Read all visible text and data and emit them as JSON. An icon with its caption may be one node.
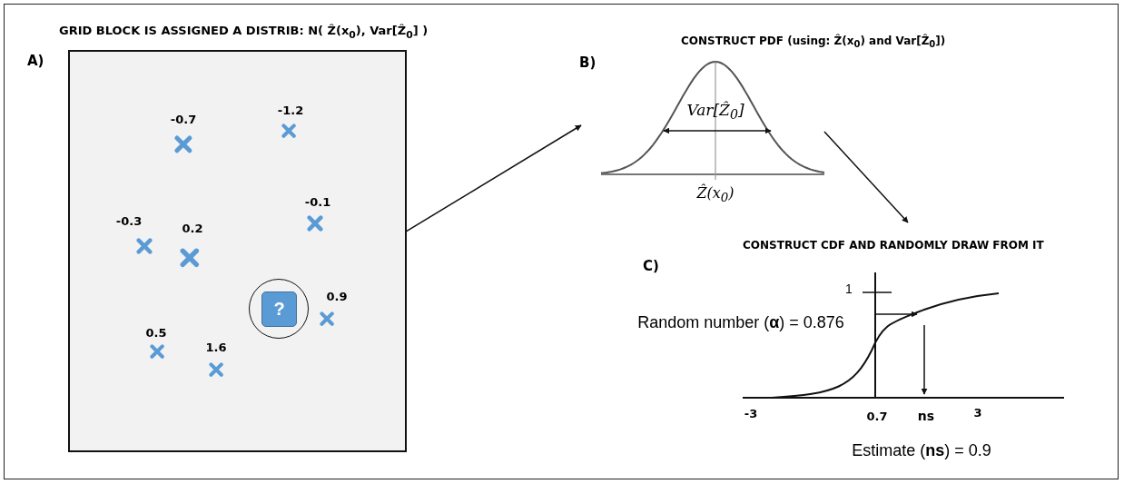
{
  "diagram": {
    "nodes": [
      {
        "text": [
          "GRID BLOCK IS ASSIGNED A DISTRIB: N( Ẑ(x$_{0}$), Var[Ẑ$_{0}$] )"
        ],
        "beside": [
          "A)"
        ]
      },
      {
        "text": [
          "?"
        ],
        "in": 0
      },
      {
        "text": [
          "CONSTRUCT PDF (using: Ẑ(x$_{0}$) and Var[Ẑ$_{0}$])"
        ],
        "beside": [
          "B)"
        ]
      },
      {
        "text": [
          "CONSTRUCT CDF AND RANDOMLY DRAW FROM IT"
        ]
      }
    ],
    "edges": [
      {
        "from": 1,
        "to": 2,
        "arrow": "to"
      },
      {
        "from": 2,
        "to": 3,
        "arrow": "to"
      }
    ],
    "labels": [
      "-1.2",
      "-0.7",
      "-0.1",
      "-0.3",
      "0.2",
      "0.9",
      "0.5",
      "1.6",
      "Var[Ẑ$_{0}$]",
      "Ẑ(x$_{0}$)",
      "1",
      "Random number (**α**) = 0.876",
      "-3",
      "0.7",
      "ns",
      "3",
      "Estimate (**ns**) = 0.9",
      "C)"
    ]
  }
}
